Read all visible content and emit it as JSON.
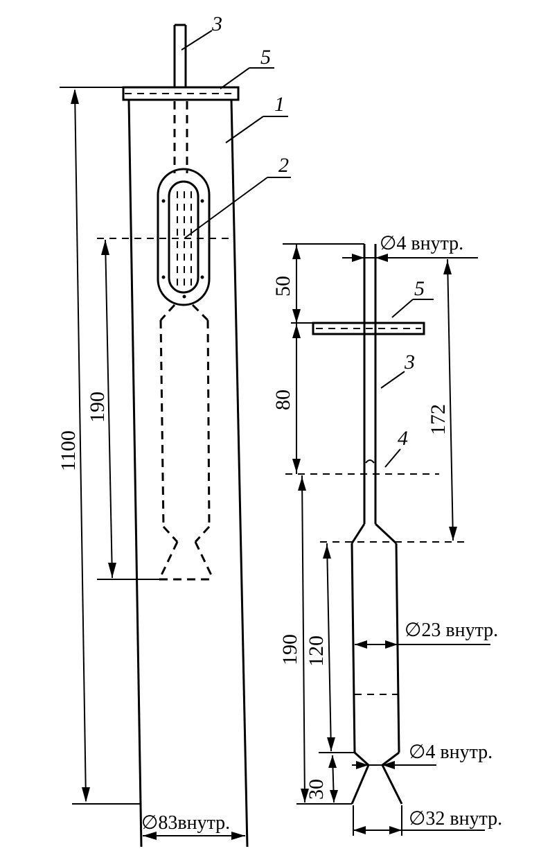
{
  "left_view": {
    "part_labels": {
      "tube": "1",
      "ampoule": "2",
      "rod": "3",
      "lid": "5"
    },
    "dimensions": {
      "height_total": "1100",
      "height_lower": "190",
      "diameter": "∅83внутр."
    }
  },
  "right_view": {
    "part_labels": {
      "lid": "5",
      "rod": "3",
      "mark": "4"
    },
    "dimensions": {
      "top_segment": "50",
      "middle_segment": "80",
      "rod_length": "172",
      "bottom_total": "190",
      "body_length": "120",
      "neck_length": "30",
      "rod_diameter": "∅4 внутр.",
      "body_diameter": "∅23 внутр.",
      "neck_diameter": "∅4 внутр.",
      "base_diameter": "∅32 внутр."
    }
  }
}
